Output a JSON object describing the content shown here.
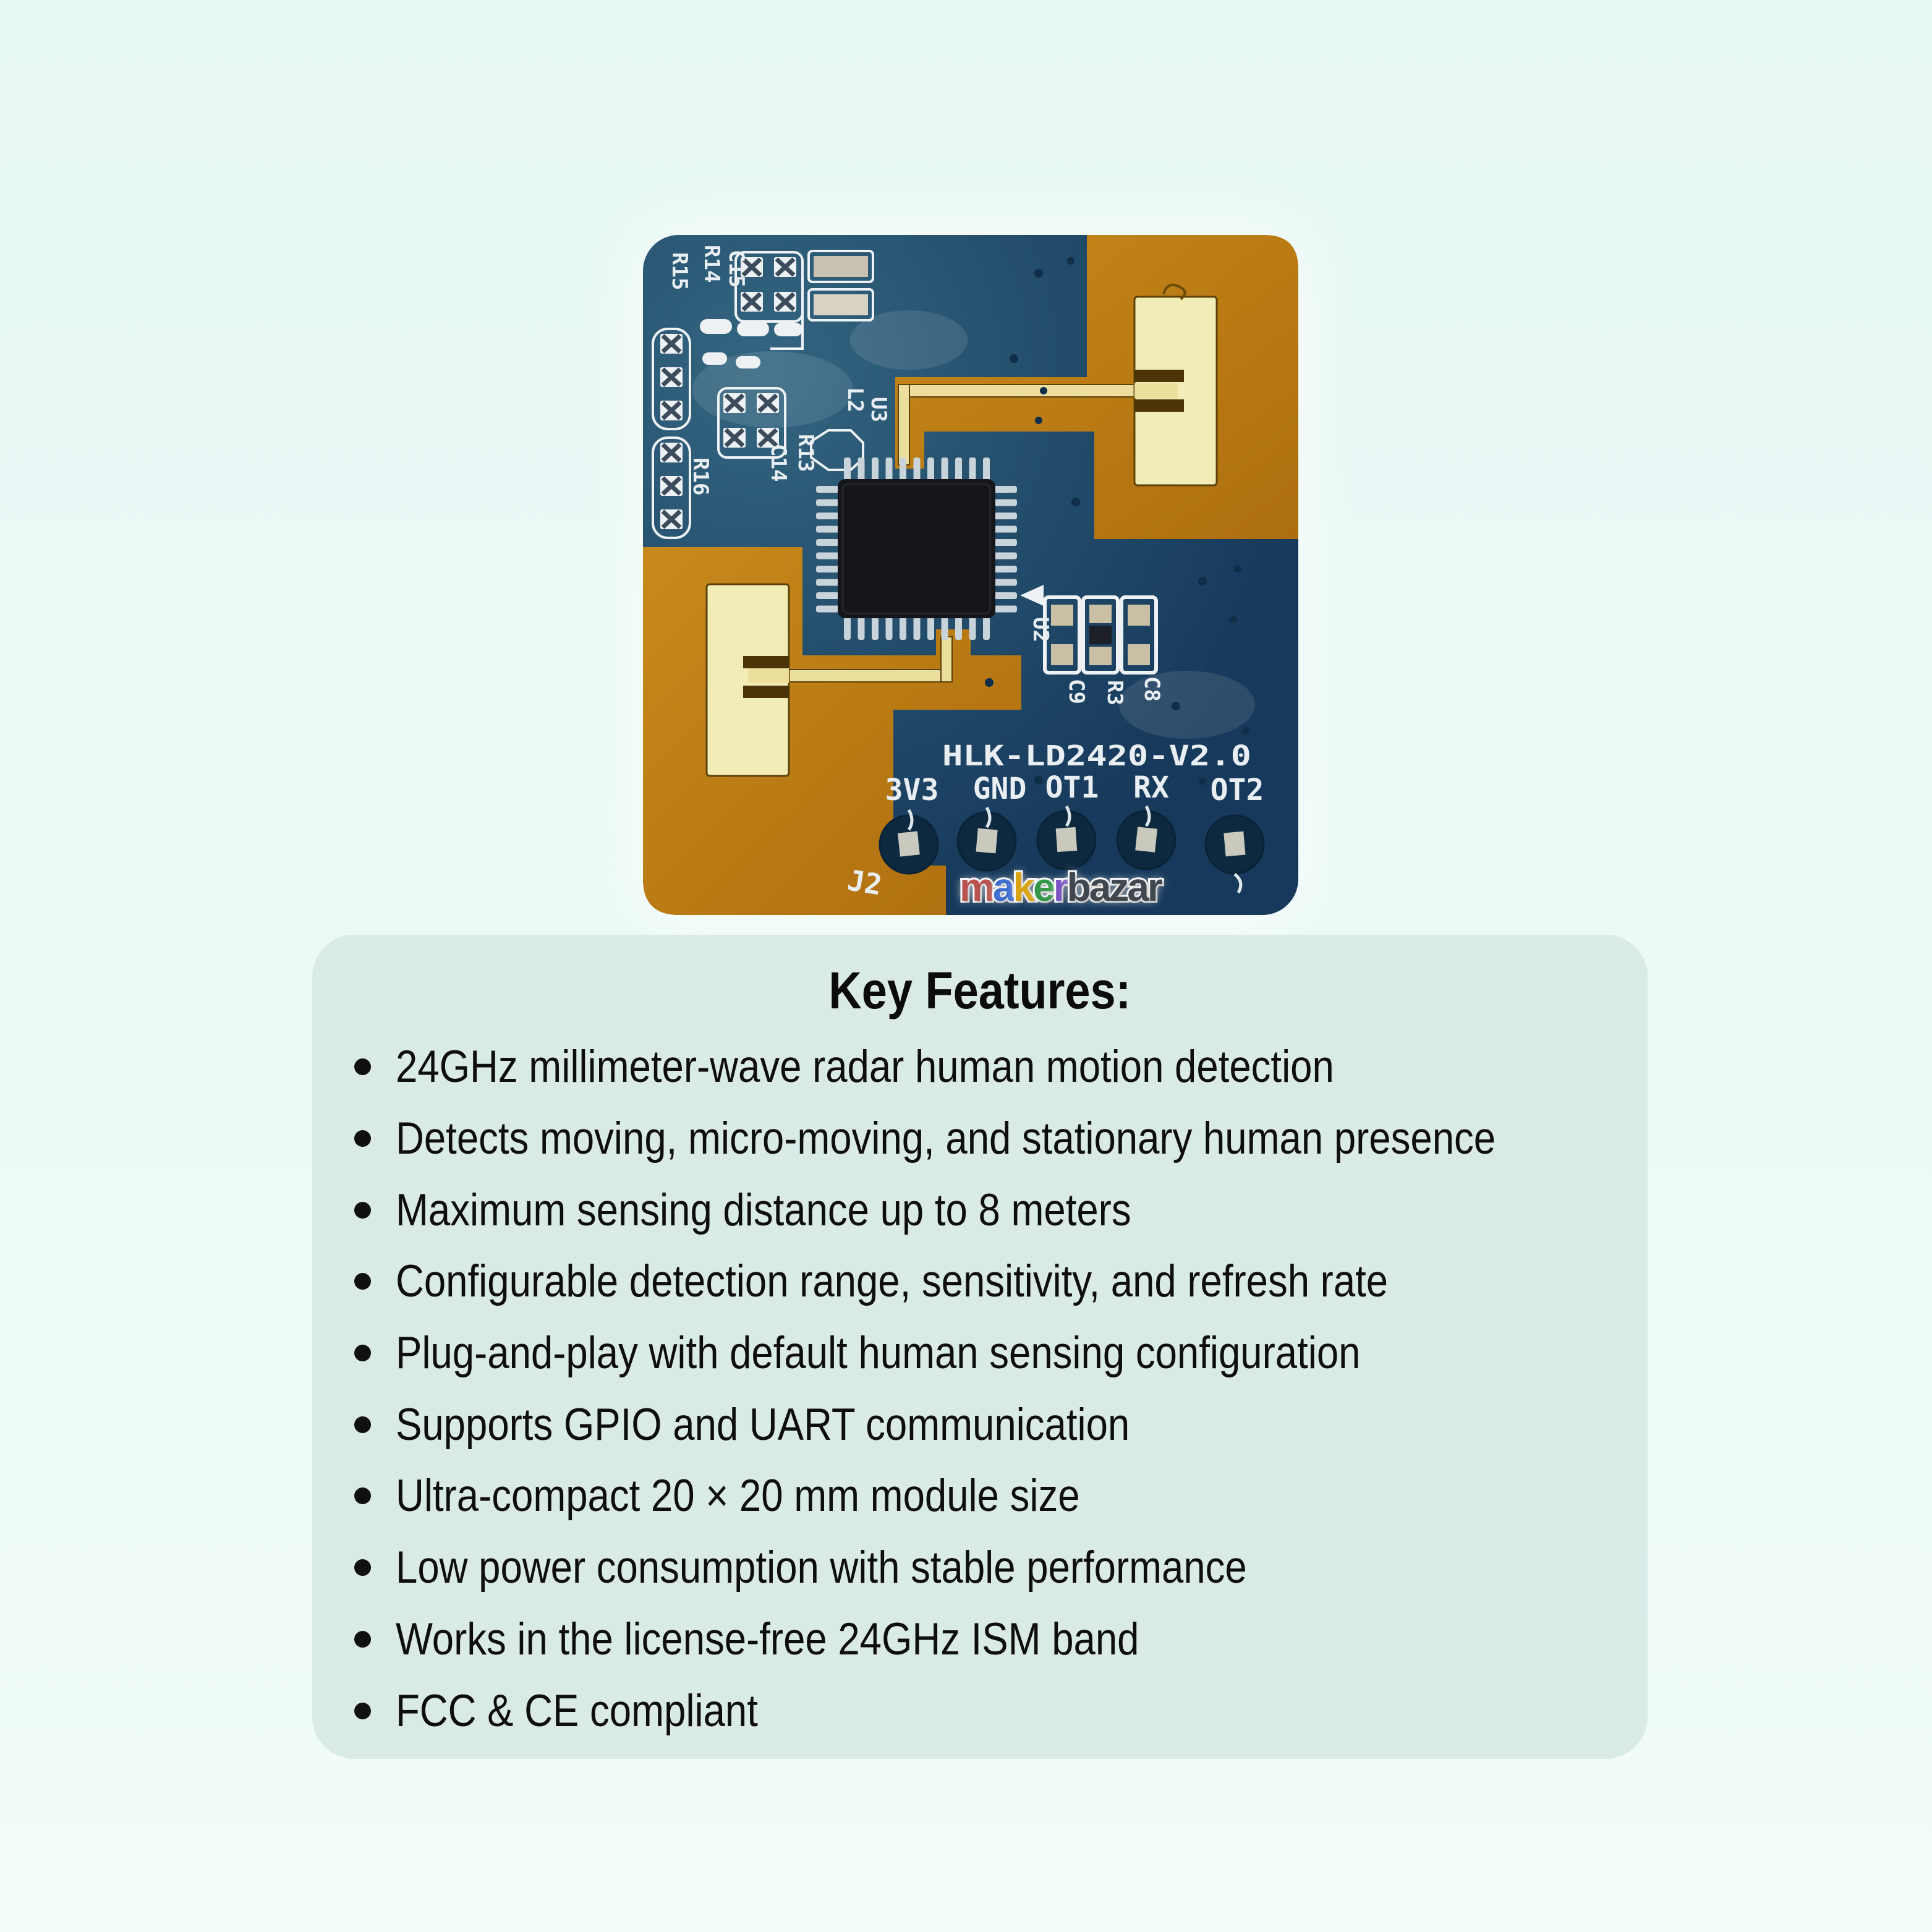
{
  "page": {
    "background": "#ebf9f6",
    "card_background": "#d9eae7",
    "text_color": "#0e0e0e"
  },
  "pcb": {
    "board_name": "HLK-LD2420-V2.0",
    "connector_label": "J2",
    "pin_labels": [
      "3V3",
      "GND",
      "OT1",
      "RX",
      "OT2"
    ],
    "silkscreen": {
      "r15": "R15",
      "r14": "R14",
      "c15": "C15",
      "r16": "R16",
      "r13": "R13",
      "c14": "C14",
      "l2": "L2",
      "u3": "U3",
      "u2": "U2",
      "c9": "C9",
      "r3": "R3",
      "c8": "C8"
    },
    "colors": {
      "substrate_navy": "#1a3f60",
      "substrate_teal": "#336580",
      "copper": "#bd7c12",
      "antenna_cream": "#f2edb6",
      "chip_black": "#14161b",
      "silkscreen_white": "#e8eef2"
    }
  },
  "watermark": {
    "letters": [
      {
        "ch": "m",
        "color": "#b8544f"
      },
      {
        "ch": "a",
        "color": "#3e6dd0"
      },
      {
        "ch": "k",
        "color": "#d9a414"
      },
      {
        "ch": "e",
        "color": "#35974a"
      },
      {
        "ch": "r",
        "color": "#7b55c4"
      }
    ],
    "tail": "bazar",
    "tail_color": "#41474e"
  },
  "features": {
    "title": "Key Features:",
    "items": [
      "24GHz millimeter-wave radar human motion detection",
      "Detects moving, micro-moving, and stationary human presence",
      "Maximum sensing distance up to 8 meters",
      "Configurable detection range, sensitivity, and refresh rate",
      "Plug-and-play with default human sensing configuration",
      "Supports GPIO and UART communication",
      "Ultra-compact 20 × 20 mm module size",
      "Low power consumption with stable performance",
      "Works in the license-free 24GHz ISM band",
      "FCC & CE compliant"
    ]
  }
}
